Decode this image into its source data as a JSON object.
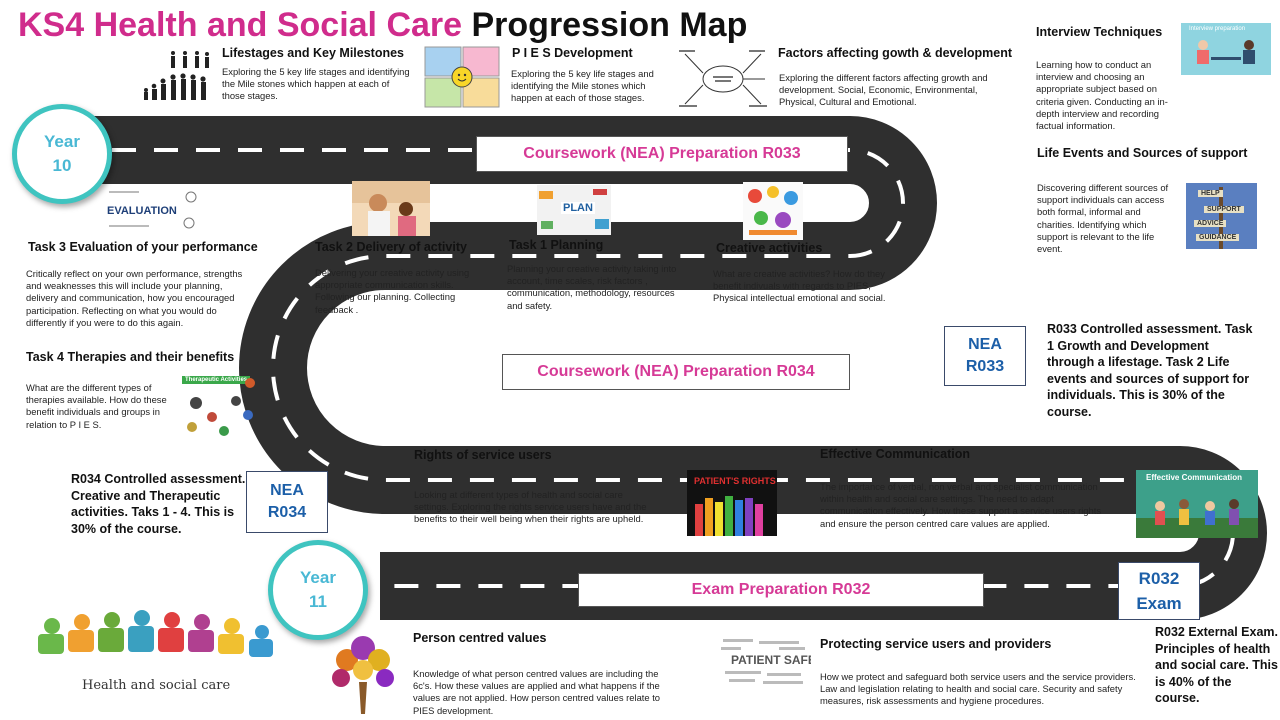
{
  "title": {
    "part1": "KS4 Health and Social Care",
    "part2": "Progression Map"
  },
  "milestones": {
    "year10": {
      "word": "Year",
      "num": "10"
    },
    "year11": {
      "word": "Year",
      "num": "11"
    }
  },
  "banners": {
    "r033": "Coursework  (NEA) Preparation  R033",
    "r034": "Coursework  (NEA) Preparation  R034",
    "r032": "Exam Preparation  R032"
  },
  "boxes": {
    "nea_r033": {
      "l1": "NEA",
      "l2": "R033"
    },
    "nea_r034": {
      "l1": "NEA",
      "l2": "R034"
    },
    "r032_exam": {
      "l1": "R032",
      "l2": "Exam"
    }
  },
  "sections": {
    "lifestages": {
      "heading": "Lifestages and Key Milestones",
      "text": "Exploring the 5 key life stages and identifying the Mile stones which happen at each of those stages."
    },
    "pies": {
      "heading": "P I E S Development",
      "text": "Exploring the 5 key life stages and identifying the Mile stones which happen at each of those stages."
    },
    "factors": {
      "heading": "Factors affecting gowth & development",
      "text": "Exploring the different factors affecting growth and development. Social, Economic, Environmental, Physical, Cultural and Emotional."
    },
    "interview": {
      "heading": "Interview Techniques",
      "text": "Learning how to conduct an interview and choosing an appropriate subject based on criteria given.  Conducting an in-depth interview and recording factual information."
    },
    "life_events": {
      "heading": "Life Events and Sources of support",
      "text": "Discovering different sources of support individuals can access both formal, informal and charities. Identifying which support is relevant to the life event."
    },
    "task3": {
      "heading": "Task 3  Evaluation of your performance",
      "text": "Critically reflect on your own performance, strengths and weaknesses this will include your planning, delivery and communication,  how you encouraged participation. Reflecting on what you would do differently if you were to do this again."
    },
    "task2": {
      "heading": "Task 2  Delivery of activity",
      "text": "Delivering your creative activity using appropriate communication skills. Following our planning.  Collecting feedback ."
    },
    "task1": {
      "heading": "Task 1  Planning",
      "text": "Planning your creative activity taking into account, time scales, risk factors , communication, methodology, resources and safety."
    },
    "creative": {
      "heading": "Creative activities",
      "text": "What are creative activities? How do they benefit indivuals with regards to PIES, Physical intellectual emotional and social."
    },
    "task4": {
      "heading": "Task 4  Therapies and their benefits",
      "text": "What are the different types of therapies available. How do these benefit individuals and groups in relation to P I E S."
    },
    "rights": {
      "heading": "Rights of service users",
      "text": "Looking at different types of health and social care settings. Exploring the rights service users have and the benefits to their well being when their rights are upheld."
    },
    "communication": {
      "heading": "Effective Communication",
      "text": "The importance of verbal, non verbal and specialist communication within health and social care settings. The need to adapt communication effectively. How these support a service users rights and ensure the person centred care values are applied."
    },
    "person_centred": {
      "heading": "Person centred values",
      "text": "Knowledge of what person centred values are including the 6c's. How these values are applied and what happens if the values are not applied. How person centred values relate to PIES development."
    },
    "protecting": {
      "heading": "Protecting service users and providers",
      "text": "How we protect and safeguard both service users and the service providers. Law and legislation relating to health and social care.  Security and safety measures, risk assessments and hygiene procedures."
    }
  },
  "notes": {
    "r033": "R033 Controlled assessment. Task 1 Growth and Development through a lifestage. Task 2 Life events and sources of support for individuals. This is 30% of the course.",
    "r034": "R034 Controlled assessment. Creative and Therapeutic activities. Taks 1 - 4. This is 30% of the course.",
    "r032": "R032 External Exam. Principles of health and social care. This is 40% of the course."
  },
  "image_labels": {
    "evaluation": "EVALUATION",
    "plan": "PLAN",
    "interview": "Interview preparation",
    "patients_rights": "PATIENT'S RIGHTS",
    "effective_comm": "Effective Communication",
    "patient_safety": "PATIENT SAFETY",
    "therapeutic": "Therapeutic Activities",
    "hsc_logo": "Health and social care",
    "signpost": [
      "HELP",
      "SUPPORT",
      "ADVICE",
      "GUIDANCE"
    ]
  },
  "colors": {
    "title_pink": "#d02c8c",
    "banner_pink": "#d63a96",
    "road": "#2f2f2f",
    "box_blue": "#1c5fa8",
    "milestone_teal": "#3fc4c0"
  }
}
